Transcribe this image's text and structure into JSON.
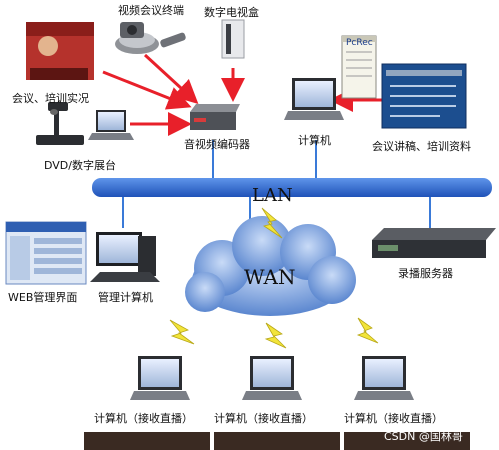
{
  "labels": {
    "video_terminal": "视频会议终端",
    "digital_tv_box": "数字电视盒",
    "meeting_live": "会议、培训实况",
    "dvd_booth": "DVD/数字展台",
    "encoder": "音视频编码器",
    "computer_top": "计算机",
    "pcrec": "PcRec",
    "materials": "会议讲稿、培训资料",
    "lan": "LAN",
    "wan": "WAN",
    "web_ui": "WEB管理界面",
    "mgmt_pc": "管理计算机",
    "record_server": "录播服务器",
    "client_1": "计算机（接收直播）",
    "client_2": "计算机（接收直播）",
    "client_3": "计算机（接收直播）",
    "watermark": "CSDN @国林哥"
  },
  "colors": {
    "lan_bar": "#2a64c8",
    "arrow_red": "#e8202a",
    "cloud": "#6f94d6",
    "lightning": "#f2e43a",
    "connector": "#3a7ad8"
  },
  "icons": [
    "video-conference-terminal-icon",
    "tv-box-icon",
    "meeting-photo",
    "document-camera-icon",
    "encoder-device-icon",
    "laptop-icon",
    "pcrec-window",
    "slides-icon",
    "lightning-icon",
    "cloud-icon",
    "monitor-icon",
    "server-icon",
    "web-ui-screenshot"
  ]
}
